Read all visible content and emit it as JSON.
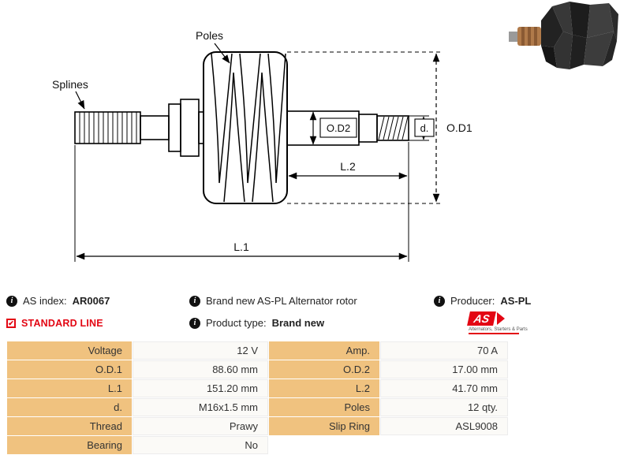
{
  "diagram": {
    "labels": {
      "poles": "Poles",
      "splines": "Splines",
      "od2": "O.D2",
      "d": "d.",
      "od1": "O.D1",
      "l2": "L.2",
      "l1": "L.1"
    }
  },
  "info": {
    "as_index": {
      "label": "AS index:",
      "value": "AR0067"
    },
    "standard_line": "STANDARD LINE",
    "description": "Brand new AS-PL Alternator rotor",
    "product_type": {
      "label": "Product type:",
      "value": "Brand new"
    },
    "producer": {
      "label": "Producer:",
      "value": "AS-PL"
    },
    "logo": {
      "text": "AS",
      "caption": "Alternators, Starters & Parts"
    }
  },
  "table": {
    "rows": [
      {
        "label1": "Voltage",
        "value1": "12 V",
        "label2": "Amp.",
        "value2": "70 A"
      },
      {
        "label1": "O.D.1",
        "value1": "88.60 mm",
        "label2": "O.D.2",
        "value2": "17.00 mm"
      },
      {
        "label1": "L.1",
        "value1": "151.20 mm",
        "label2": "L.2",
        "value2": "41.70 mm"
      },
      {
        "label1": "d.",
        "value1": "M16x1.5 mm",
        "label2": "Poles",
        "value2": "12 qty."
      },
      {
        "label1": "Thread",
        "value1": "Prawy",
        "label2": "Slip Ring",
        "value2": "ASL9008"
      },
      {
        "label1": "Bearing",
        "value1": "No",
        "label2": "",
        "value2": ""
      }
    ]
  },
  "colors": {
    "accent_red": "#e30613",
    "label_cell_bg": "#f0c27f",
    "value_cell_bg": "#fbfaf7",
    "diagram_line": "#000000"
  }
}
